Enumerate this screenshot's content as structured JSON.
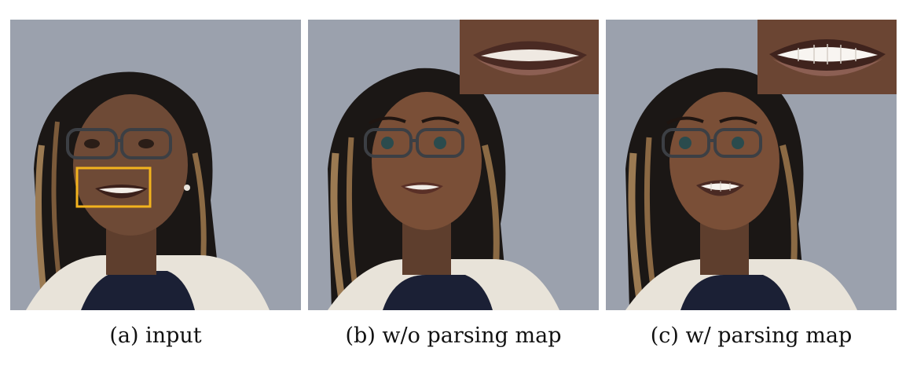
{
  "figure": {
    "panels": [
      {
        "id": "a",
        "caption": "(a) input",
        "has_highlight_box": true,
        "has_inset": false
      },
      {
        "id": "b",
        "caption": "(b) w/o parsing map",
        "has_highlight_box": false,
        "has_inset": true
      },
      {
        "id": "c",
        "caption": "(c) w/ parsing map",
        "has_highlight_box": false,
        "has_inset": true
      }
    ],
    "colors": {
      "background": "#9ba1ad",
      "highlight_box": "#f2b31e",
      "hair": "#1b1715",
      "hair_highlight": "#9b7a52",
      "skin_photo": "#6e4a36",
      "skin_cartoon": "#7a4f37",
      "cardigan": "#e8e3d9",
      "shirt": "#1b2035"
    }
  }
}
